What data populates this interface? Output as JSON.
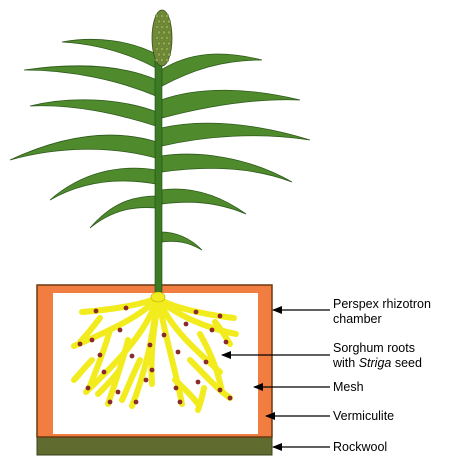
{
  "colors": {
    "frame": "#f27d40",
    "frame_border": "#6a3a10",
    "interior": "#ffffff",
    "rockwool": "#606b30",
    "roots": "#f2ec1e",
    "seeds": "#8a2a2a",
    "leaf": "#4f8a2c",
    "leaf_dark": "#2e5a1c",
    "stem": "#3d7a24",
    "panicle": "#6f8a38"
  },
  "labels": {
    "perspex_line1": "Perspex rhizotron",
    "perspex_line2": "chamber",
    "roots_line1": "Sorghum roots",
    "roots_line2_prefix": "with ",
    "roots_line2_italic": "Striga",
    "roots_line2_suffix": " seed",
    "mesh": "Mesh",
    "vermiculite": "Vermiculite",
    "rockwool": "Rockwool"
  }
}
